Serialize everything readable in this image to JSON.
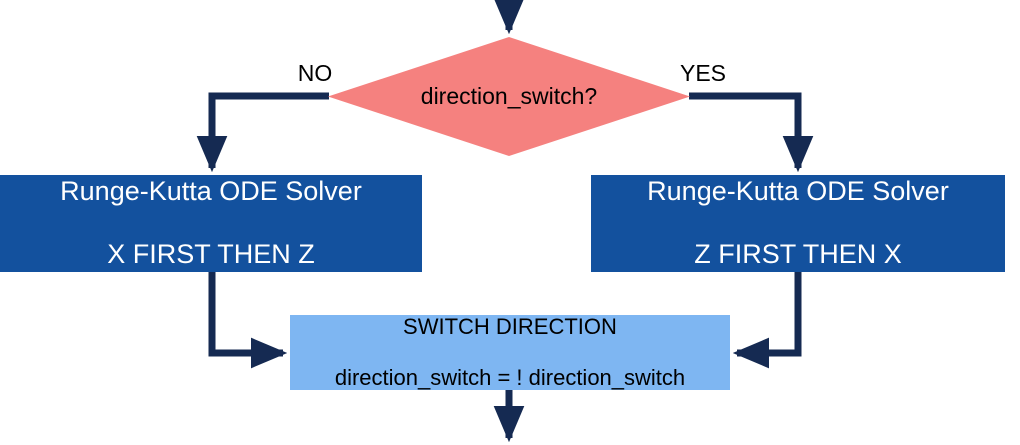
{
  "diagram": {
    "type": "flowchart",
    "colors": {
      "decision_fill": "#F5817F",
      "process_fill": "#13519E",
      "process_text": "#FFFFFF",
      "io_fill": "#7EB6F2",
      "io_text": "#000000",
      "connector": "#152A52",
      "background": "#FFFFFF"
    },
    "decision": {
      "label": "direction_switch?"
    },
    "edge_labels": {
      "no": "NO",
      "yes": "YES"
    },
    "process_left": {
      "line1": "Runge-Kutta ODE Solver",
      "line2": "X FIRST THEN Z"
    },
    "process_right": {
      "line1": "Runge-Kutta ODE Solver",
      "line2": "Z FIRST THEN X"
    },
    "switch_box": {
      "line1": "SWITCH DIRECTION",
      "line2": "direction_switch = ! direction_switch"
    }
  }
}
